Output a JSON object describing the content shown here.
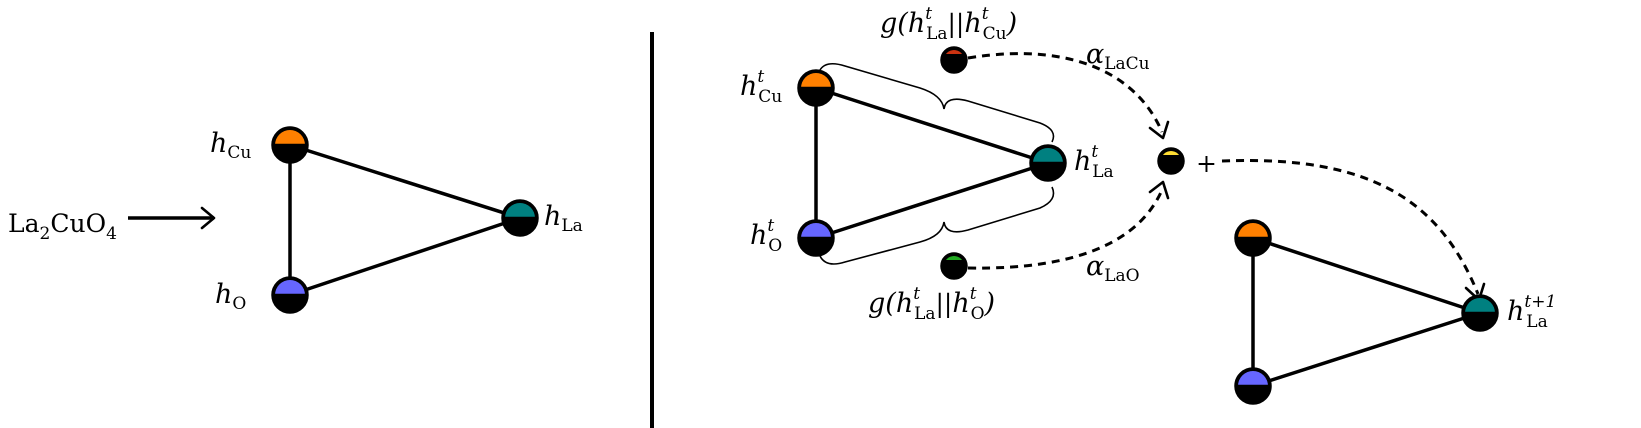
{
  "colors": {
    "copper": "#ff8000",
    "lanthanum": "#008080",
    "oxygen": "#6666ff",
    "msg_lacu": "#cc3311",
    "msg_lao": "#22aa22",
    "aggregate": "#ffdd33"
  },
  "left": {
    "formula": {
      "la": "La",
      "sub2": "2",
      "cuo": "CuO",
      "sub4": "4"
    },
    "nodes": {
      "cu": {
        "symbol": "h",
        "sub": "Cu"
      },
      "la": {
        "symbol": "h",
        "sub": "La"
      },
      "o": {
        "symbol": "h",
        "sub": "O"
      }
    }
  },
  "right": {
    "nodes": {
      "cu": {
        "symbol": "h",
        "sub": "Cu",
        "sup": "t"
      },
      "la": {
        "symbol": "h",
        "sub": "La",
        "sup": "t"
      },
      "o": {
        "symbol": "h",
        "sub": "O",
        "sup": "t"
      }
    },
    "messages": {
      "lacu": {
        "fn": "g(",
        "h1": "h",
        "h1sub": "La",
        "h1sup": "t",
        "sep": "||",
        "h2": "h",
        "h2sub": "Cu",
        "h2sup": "t",
        "close": ")"
      },
      "lao": {
        "fn": "g(",
        "h1": "h",
        "h1sub": "La",
        "h1sup": "t",
        "sep": "||",
        "h2": "h",
        "h2sub": "O",
        "h2sup": "t",
        "close": ")"
      }
    },
    "attention": {
      "lacu": {
        "symbol": "α",
        "sub": "LaCu"
      },
      "lao": {
        "symbol": "α",
        "sub": "LaO"
      }
    },
    "plus": "+",
    "output": {
      "symbol": "h",
      "sub": "La",
      "sup": "t+1"
    }
  }
}
